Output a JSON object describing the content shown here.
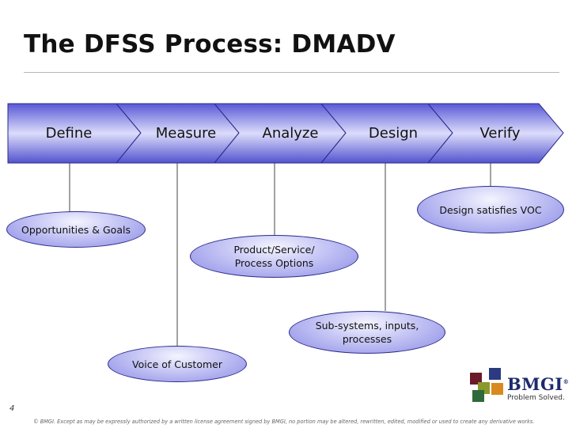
{
  "slide": {
    "title": "The DFSS Process: DMADV",
    "page_number": "4",
    "copyright": "© BMGI. Except as may be expressly authorized by a written license agreement signed by BMGI, no portion may be altered, rewritten, edited, modified or used to create any derivative works."
  },
  "process": {
    "stages": [
      "Define",
      "Measure",
      "Analyze",
      "Design",
      "Verify"
    ]
  },
  "deliverables": {
    "define": "Opportunities & Goals",
    "measure": "Voice of Customer",
    "analyze_line1": "Product/Service/",
    "analyze_line2": "Process Options",
    "design_line1": "Sub-systems, inputs,",
    "design_line2": "processes",
    "verify": "Design satisfies VOC"
  },
  "logo": {
    "name": "BMGI",
    "registered": "®",
    "tagline": "Problem Solved.",
    "colors": [
      "#6b1a2a",
      "#2c3a82",
      "#8a9a2a",
      "#d98a1f",
      "#2e6a3a"
    ]
  },
  "colors": {
    "chevron_gradient": [
      "#5858d6",
      "#d8d8fb",
      "#5656d2"
    ],
    "oval_gradient": [
      "#f4f4ff",
      "#8c8ce6"
    ],
    "stroke": "#2a2a8a"
  }
}
